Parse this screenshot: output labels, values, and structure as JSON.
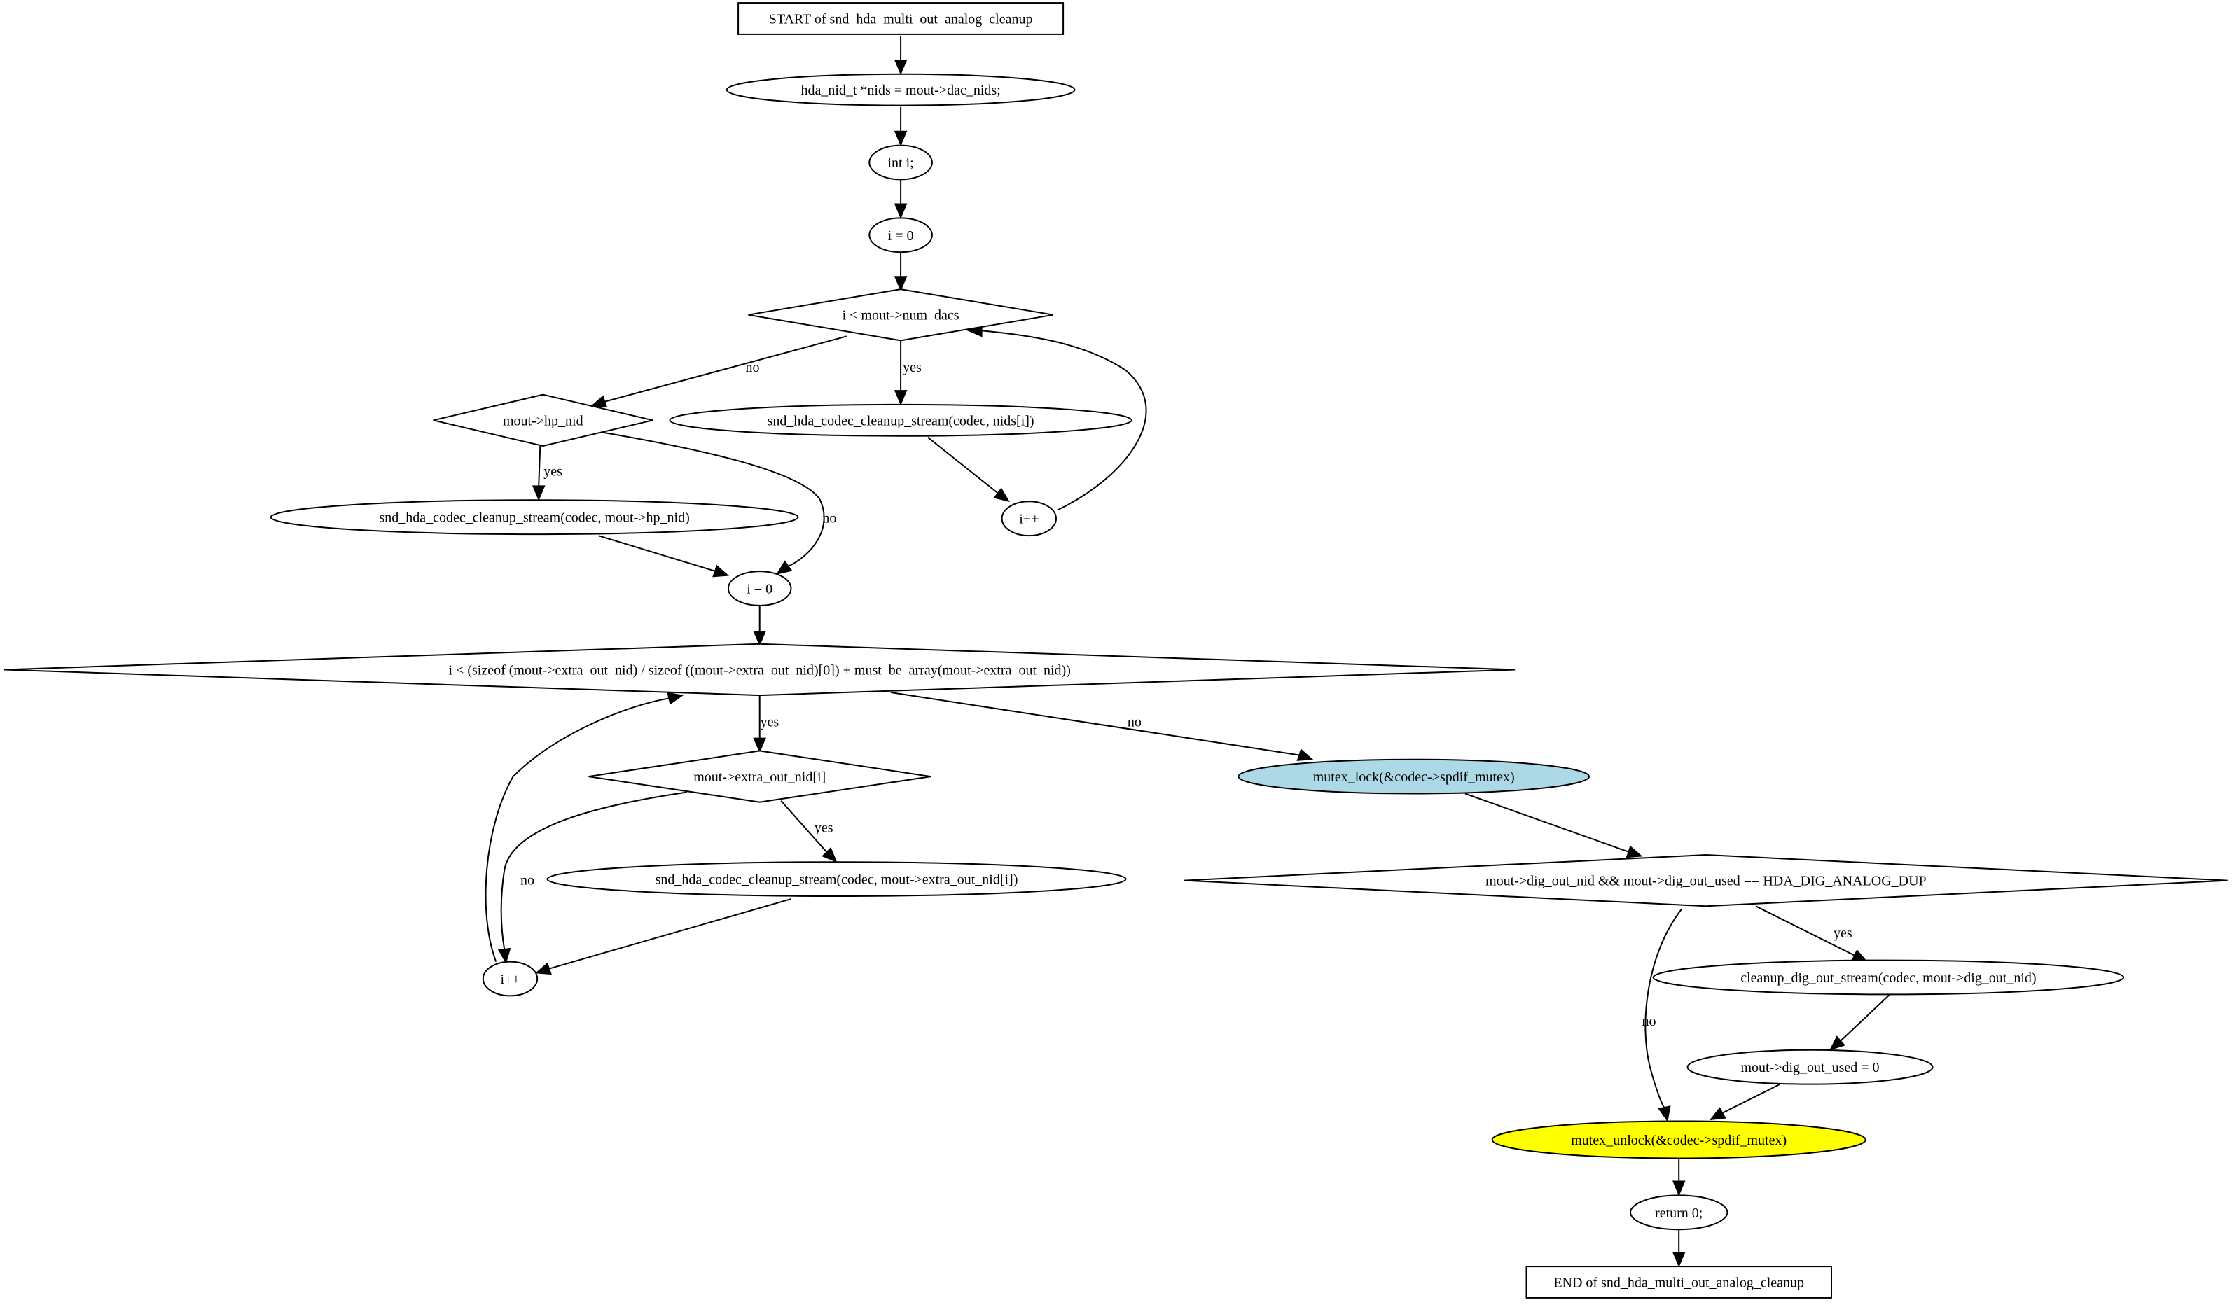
{
  "flowchart": {
    "nodes": [
      {
        "id": "start",
        "shape": "box",
        "label": "START of snd_hda_multi_out_analog_cleanup"
      },
      {
        "id": "decl_nids",
        "shape": "ellipse",
        "label": "hda_nid_t *nids = mout->dac_nids;"
      },
      {
        "id": "decl_i",
        "shape": "ellipse",
        "label": "int i;"
      },
      {
        "id": "init_i_1",
        "shape": "ellipse",
        "label": "i = 0"
      },
      {
        "id": "cond_num_dacs",
        "shape": "diamond",
        "label": "i < mout->num_dacs"
      },
      {
        "id": "cond_hp_nid",
        "shape": "diamond",
        "label": "mout->hp_nid"
      },
      {
        "id": "cleanup_nids",
        "shape": "ellipse",
        "label": "snd_hda_codec_cleanup_stream(codec, nids[i])"
      },
      {
        "id": "cleanup_hp",
        "shape": "ellipse",
        "label": "snd_hda_codec_cleanup_stream(codec, mout->hp_nid)"
      },
      {
        "id": "incr_1",
        "shape": "ellipse",
        "label": "i++"
      },
      {
        "id": "init_i_2",
        "shape": "ellipse",
        "label": "i = 0"
      },
      {
        "id": "cond_extra",
        "shape": "diamond",
        "label": "i < (sizeof (mout->extra_out_nid) / sizeof ((mout->extra_out_nid)[0]) +     must_be_array(mout->extra_out_nid))"
      },
      {
        "id": "cond_extra_nid",
        "shape": "diamond",
        "label": "mout->extra_out_nid[i]"
      },
      {
        "id": "mutex_lock",
        "shape": "ellipse",
        "label": "mutex_lock(&codec->spdif_mutex)",
        "fill": "#add8e6"
      },
      {
        "id": "cleanup_extra",
        "shape": "ellipse",
        "label": "snd_hda_codec_cleanup_stream(codec, mout->extra_out_nid[i])"
      },
      {
        "id": "cond_dig",
        "shape": "diamond",
        "label": "mout->dig_out_nid && mout->dig_out_used == HDA_DIG_ANALOG_DUP"
      },
      {
        "id": "incr_2",
        "shape": "ellipse",
        "label": "i++"
      },
      {
        "id": "cleanup_dig",
        "shape": "ellipse",
        "label": "cleanup_dig_out_stream(codec, mout->dig_out_nid)"
      },
      {
        "id": "dig_used_zero",
        "shape": "ellipse",
        "label": "mout->dig_out_used = 0"
      },
      {
        "id": "mutex_unlock",
        "shape": "ellipse",
        "label": "mutex_unlock(&codec->spdif_mutex)",
        "fill": "#ffff00"
      },
      {
        "id": "return_0",
        "shape": "ellipse",
        "label": "return 0;"
      },
      {
        "id": "end",
        "shape": "box",
        "label": "END of snd_hda_multi_out_analog_cleanup"
      }
    ],
    "edges": [
      {
        "from": "start",
        "to": "decl_nids",
        "label": ""
      },
      {
        "from": "decl_nids",
        "to": "decl_i",
        "label": ""
      },
      {
        "from": "decl_i",
        "to": "init_i_1",
        "label": ""
      },
      {
        "from": "init_i_1",
        "to": "cond_num_dacs",
        "label": ""
      },
      {
        "from": "cond_num_dacs",
        "to": "cond_hp_nid",
        "label": "no"
      },
      {
        "from": "cond_num_dacs",
        "to": "cleanup_nids",
        "label": "yes"
      },
      {
        "from": "cleanup_nids",
        "to": "incr_1",
        "label": ""
      },
      {
        "from": "incr_1",
        "to": "cond_num_dacs",
        "label": ""
      },
      {
        "from": "cond_hp_nid",
        "to": "cleanup_hp",
        "label": "yes"
      },
      {
        "from": "cond_hp_nid",
        "to": "init_i_2",
        "label": "no"
      },
      {
        "from": "cleanup_hp",
        "to": "init_i_2",
        "label": ""
      },
      {
        "from": "init_i_2",
        "to": "cond_extra",
        "label": ""
      },
      {
        "from": "cond_extra",
        "to": "cond_extra_nid",
        "label": "yes"
      },
      {
        "from": "cond_extra",
        "to": "mutex_lock",
        "label": "no"
      },
      {
        "from": "cond_extra_nid",
        "to": "cleanup_extra",
        "label": "yes"
      },
      {
        "from": "cond_extra_nid",
        "to": "incr_2",
        "label": "no"
      },
      {
        "from": "cleanup_extra",
        "to": "incr_2",
        "label": ""
      },
      {
        "from": "incr_2",
        "to": "cond_extra",
        "label": ""
      },
      {
        "from": "mutex_lock",
        "to": "cond_dig",
        "label": ""
      },
      {
        "from": "cond_dig",
        "to": "cleanup_dig",
        "label": "yes"
      },
      {
        "from": "cond_dig",
        "to": "mutex_unlock",
        "label": "no"
      },
      {
        "from": "cleanup_dig",
        "to": "dig_used_zero",
        "label": ""
      },
      {
        "from": "dig_used_zero",
        "to": "mutex_unlock",
        "label": ""
      },
      {
        "from": "mutex_unlock",
        "to": "return_0",
        "label": ""
      },
      {
        "from": "return_0",
        "to": "end",
        "label": ""
      }
    ]
  }
}
